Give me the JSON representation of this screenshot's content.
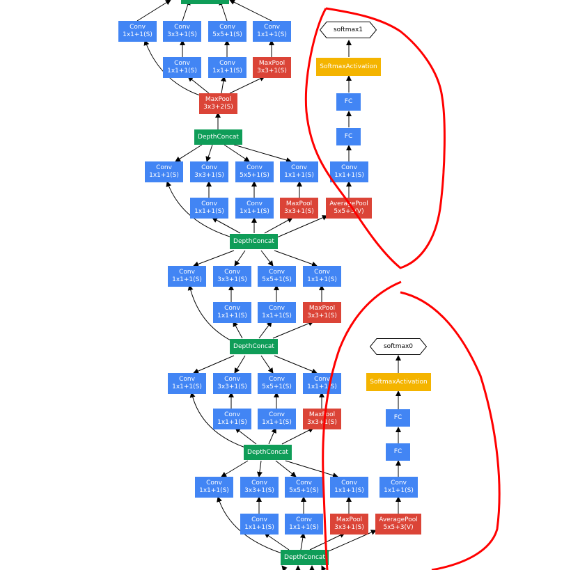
{
  "labels": {
    "conv": "Conv",
    "maxpool": "MaxPool",
    "avgpool": "AveragePool",
    "depthconcat": "DepthConcat",
    "fc": "FC",
    "softmax_activation": "SoftmaxActivation",
    "softmax0": "softmax0",
    "softmax1": "softmax1",
    "k1": "1x1+1(S)",
    "k3": "3x3+1(S)",
    "k5": "5x5+1(S)",
    "k3s2": "3x3+2(S)",
    "k5v": "5x5+3(V)"
  },
  "colors": {
    "conv": "#4285f4",
    "pool": "#db4437",
    "concat": "#0f9d58",
    "activation": "#f4b400",
    "annotation": "#ff0000"
  }
}
